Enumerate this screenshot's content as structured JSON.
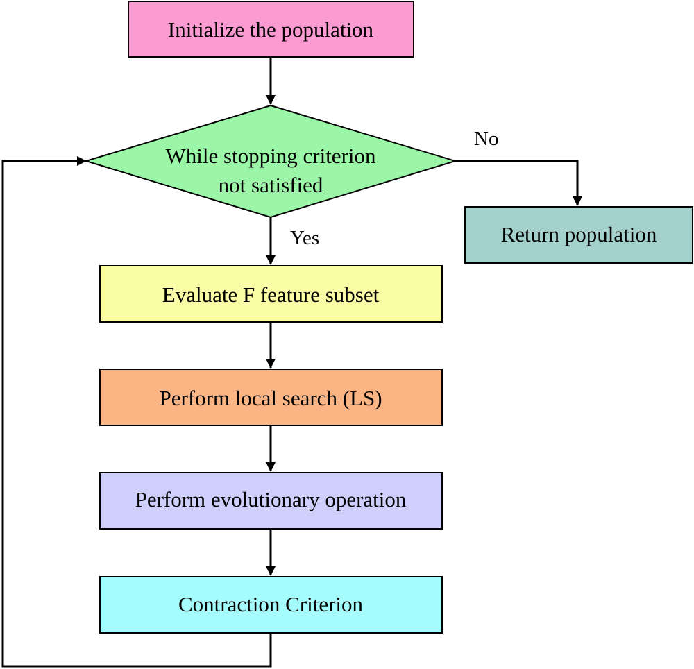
{
  "nodes": {
    "initialize": {
      "label": "Initialize the population",
      "color": "#fa9cd2"
    },
    "condition": {
      "line1": "While stopping criterion",
      "line2": "not satisfied",
      "color": "#9cf6a7"
    },
    "return": {
      "label": "Return population",
      "color": "#a4d1cc"
    },
    "evaluate": {
      "label": "Evaluate F feature subset",
      "color": "#fbfca6"
    },
    "local_search": {
      "label": "Perform local search (LS)",
      "color": "#fbb585"
    },
    "evolutionary": {
      "label": "Perform evolutionary operation",
      "color": "#cfcffc"
    },
    "contraction": {
      "label": "Contraction Criterion",
      "color": "#a4fcfc"
    }
  },
  "edges": {
    "no_label": "No",
    "yes_label": "Yes"
  }
}
